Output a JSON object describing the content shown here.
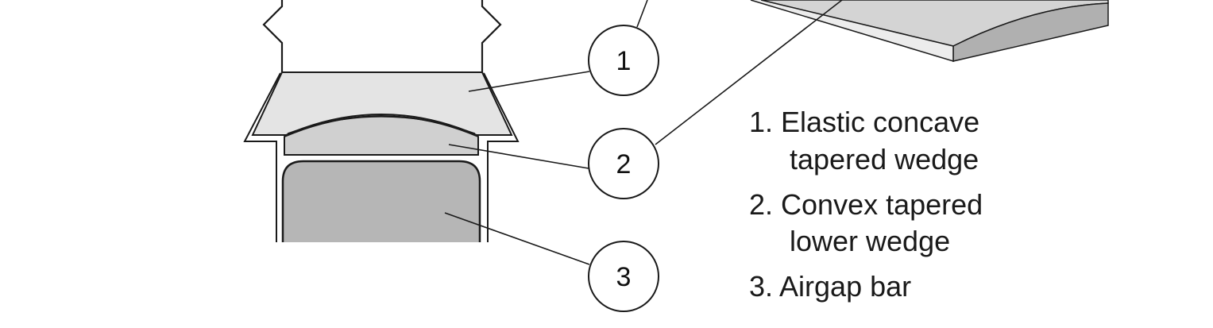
{
  "colors": {
    "wedge_light": "#e4e4e4",
    "wedge_mid": "#d0d0d0",
    "airgap_bar": "#b6b6b6",
    "strip_top": "#d4d4d4",
    "strip_side": "#b0b0b0",
    "line": "#1a1a1a"
  },
  "callouts": [
    "1",
    "2",
    "3"
  ],
  "legend": {
    "item1_line1": "1. Elastic concave",
    "item1_line2": "tapered wedge",
    "item2_line1": "2. Convex tapered",
    "item2_line2": "lower wedge",
    "item3_line1": "3. Airgap bar"
  }
}
